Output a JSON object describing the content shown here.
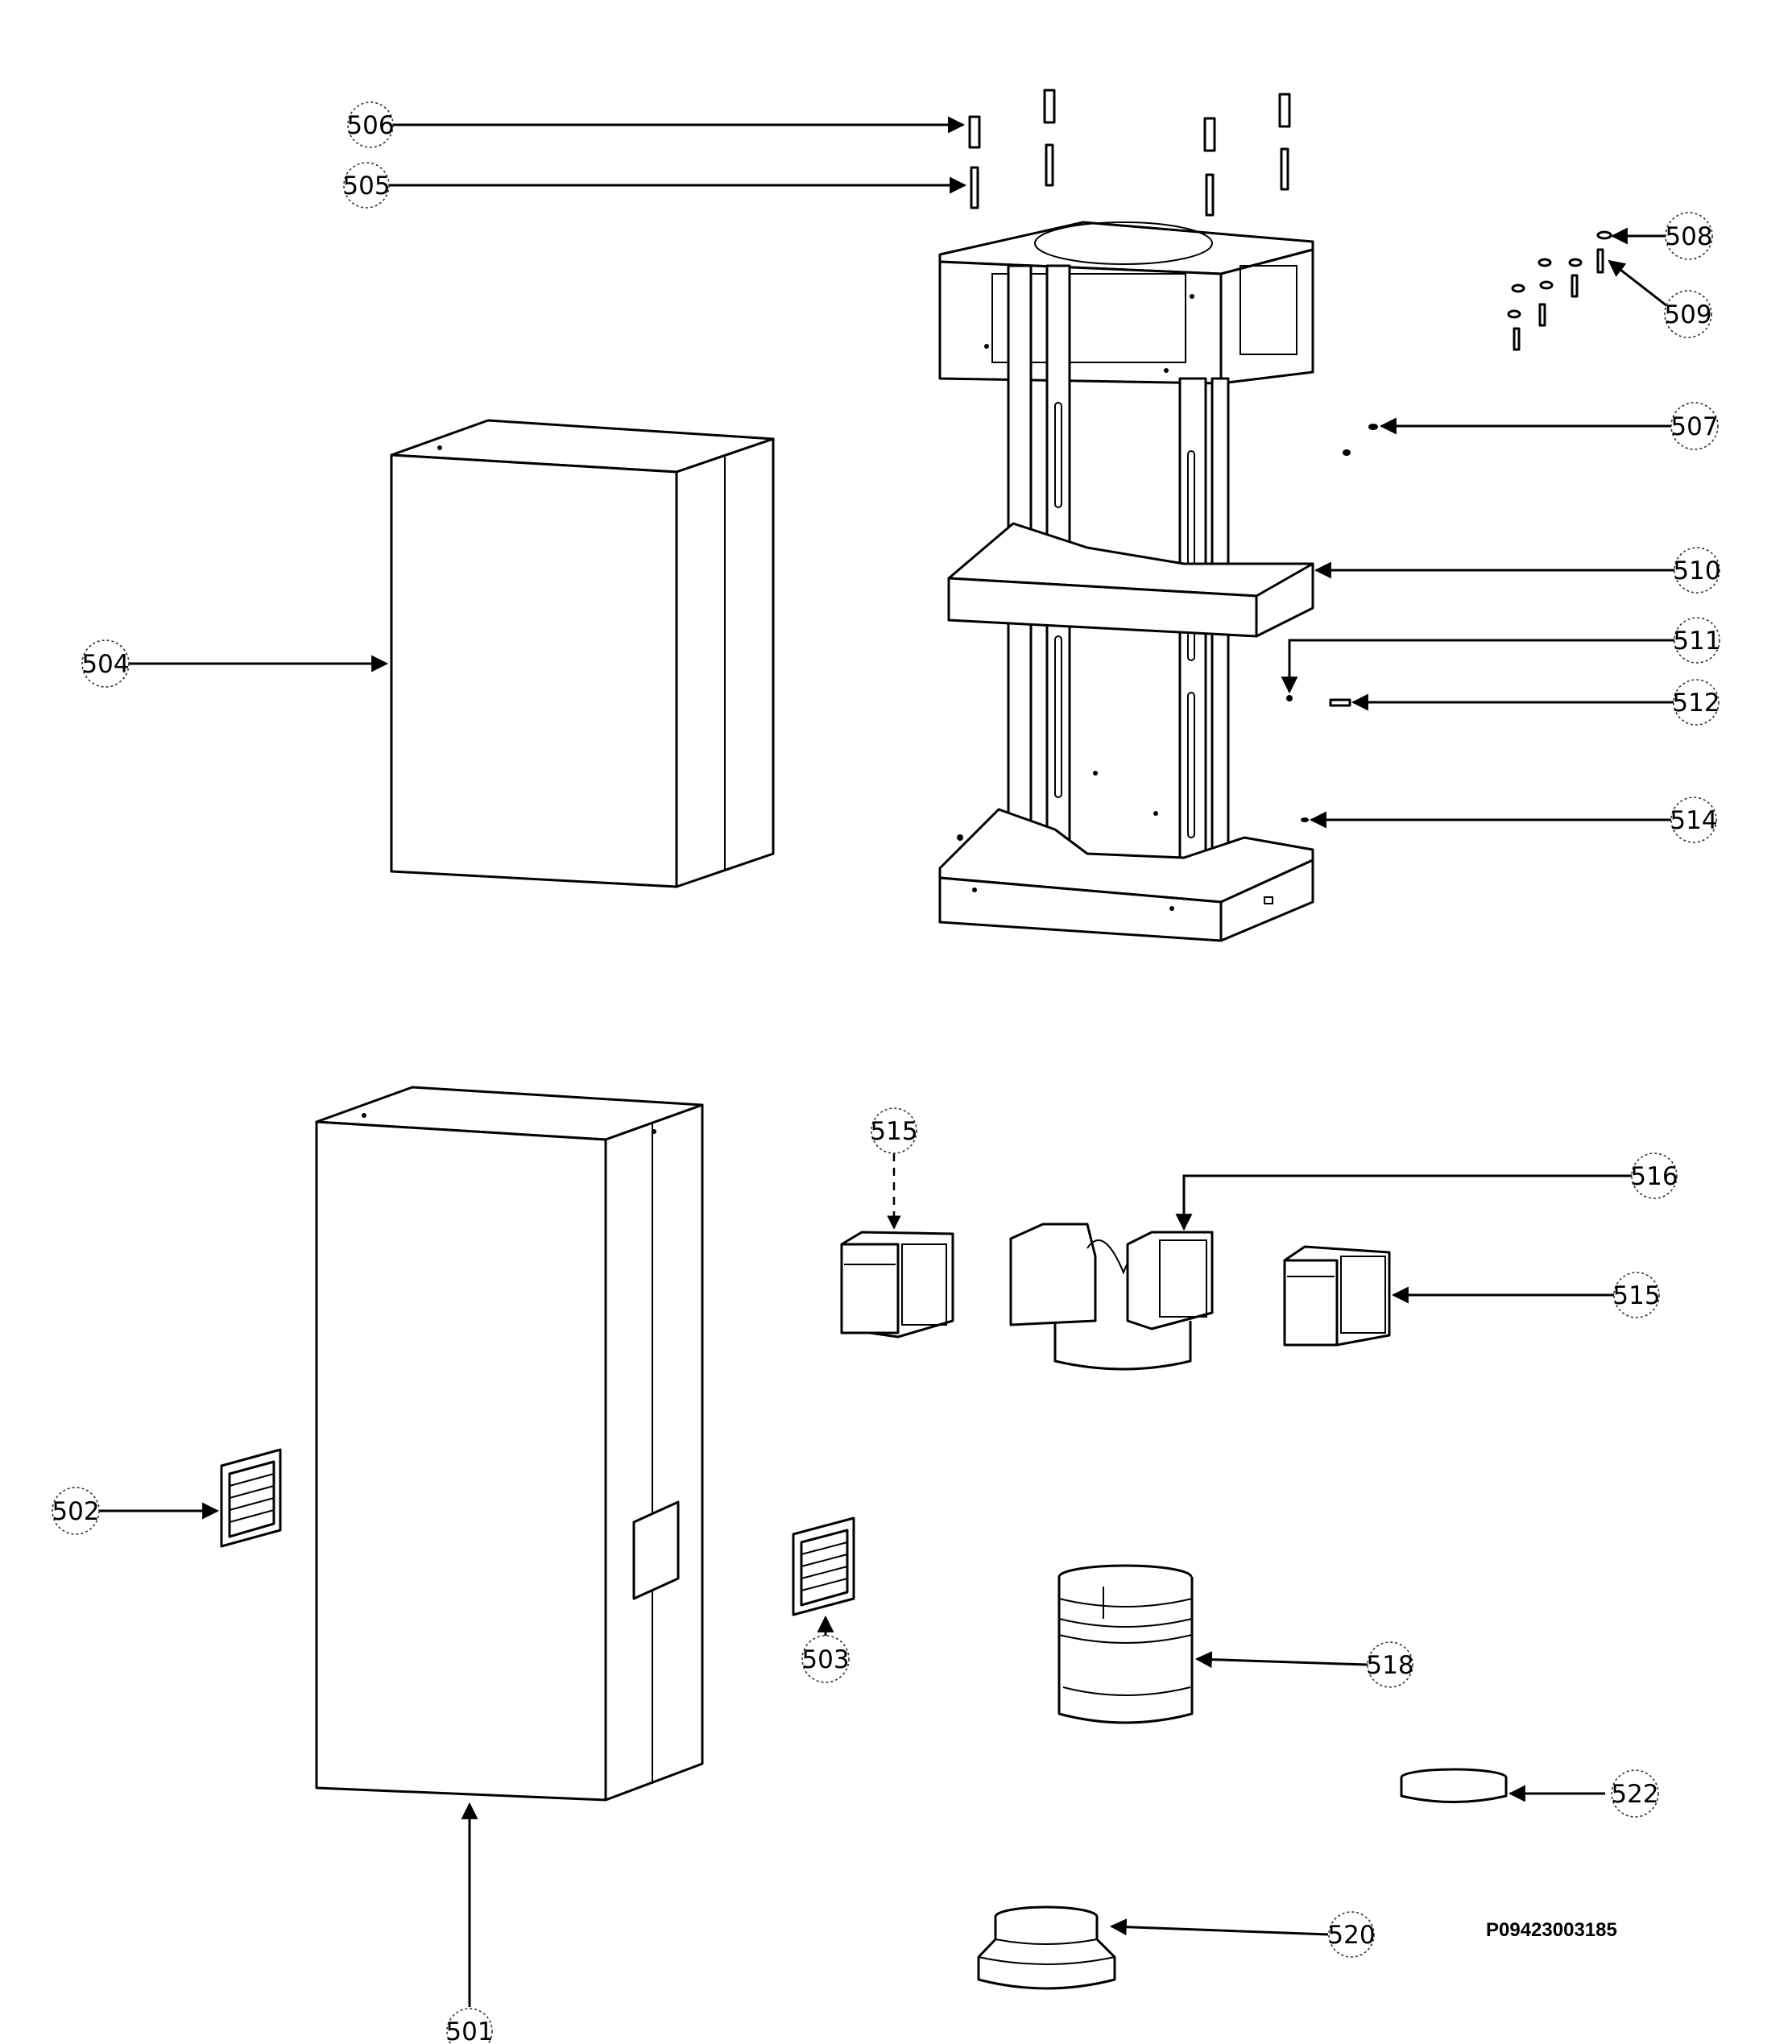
{
  "callouts": {
    "c506": "506",
    "c505": "505",
    "c508": "508",
    "c509": "509",
    "c507": "507",
    "c510": "510",
    "c511": "511",
    "c512": "512",
    "c514": "514",
    "c504": "504",
    "c515a": "515",
    "c516": "516",
    "c515b": "515",
    "c502": "502",
    "c503": "503",
    "c518": "518",
    "c522": "522",
    "c520": "520",
    "c501": "501"
  },
  "document_id": "P09423003185"
}
